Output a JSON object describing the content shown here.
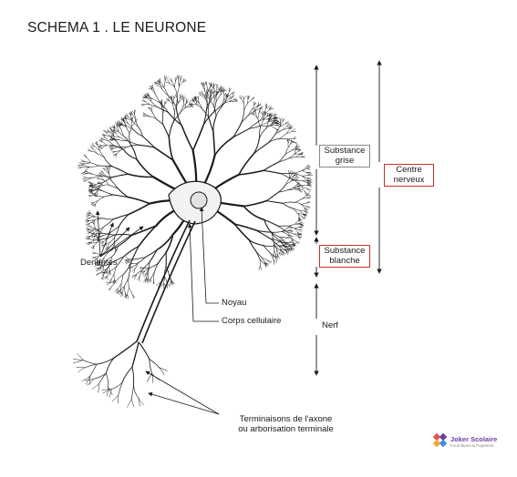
{
  "title": "SCHEMA 1 . LE NEURONE",
  "labels": {
    "dendrites": "Dendrites",
    "noyau": "Noyau",
    "corps_cellulaire": "Corps cellulaire",
    "nerf": "Nerf",
    "terminaisons_line1": "Terminaisons de l'axone",
    "terminaisons_line2": "ou arborisation terminale"
  },
  "boxes": {
    "substance_grise": [
      "Substance",
      "grise"
    ],
    "substance_blanche": [
      "Substance",
      "blanche"
    ],
    "centre_nerveux": [
      "Centre",
      "nerveux"
    ]
  },
  "logo": {
    "name": "Joker Scolaire",
    "tagline": "Fournitures & Papeterie"
  },
  "colors": {
    "line": "#1a1a1a",
    "red_box": "#c9302c",
    "grey_box": "#888888",
    "logo_purple": "#6b3fa0"
  }
}
